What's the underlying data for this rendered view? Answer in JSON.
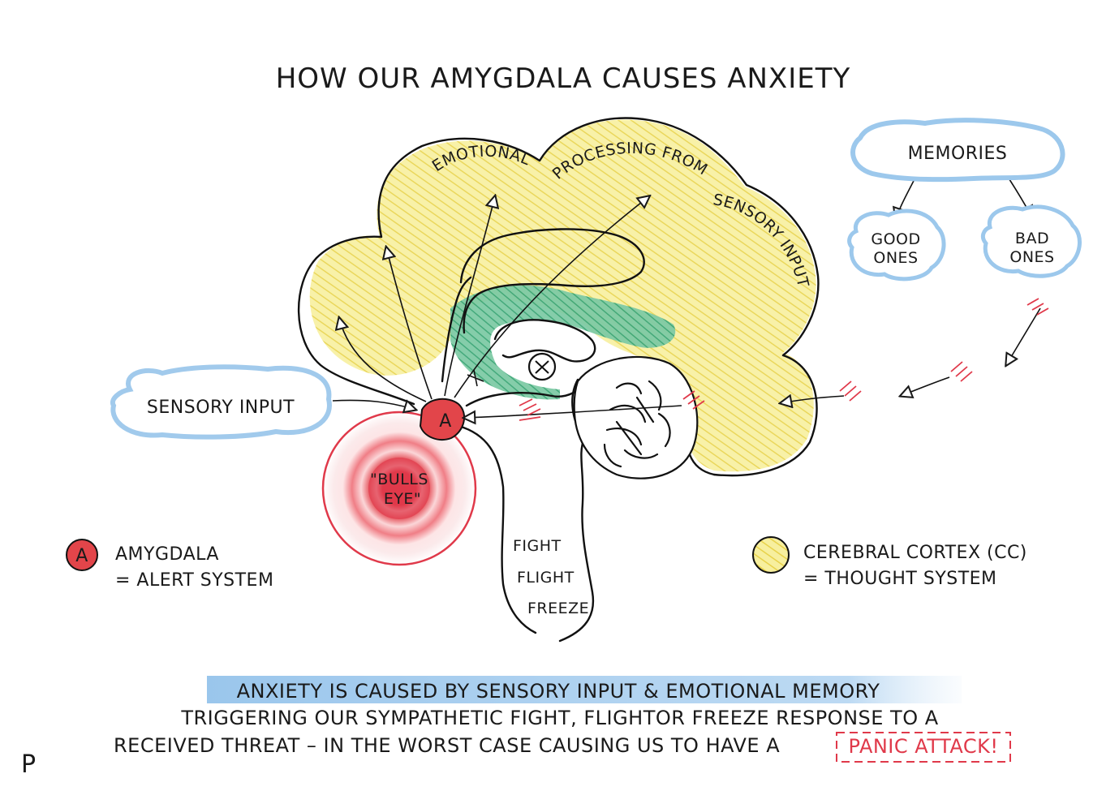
{
  "title": "HOW OUR AMYGDALA CAUSES ANXIETY",
  "brain_labels": {
    "arc_1": "EMOTIONAL",
    "arc_2": "PROCESSING FROM",
    "arc_3": "SENSORY INPUT",
    "amygdala_marker": "A",
    "bullseye_line1": "\"BULLS",
    "bullseye_line2": "EYE\"",
    "response_1": "FIGHT",
    "response_2": "FLIGHT",
    "response_3": "FREEZE"
  },
  "clouds": {
    "sensory_input": "SENSORY INPUT",
    "memories": "MEMORIES",
    "good_line1": "GOOD",
    "good_line2": "ONES",
    "bad_line1": "BAD",
    "bad_line2": "ONES"
  },
  "legend": {
    "amygdala_marker": "A",
    "amygdala_line1": "AMYGDALA",
    "amygdala_line2": "= ALERT SYSTEM",
    "cortex_line1": "CEREBRAL CORTEX (CC)",
    "cortex_line2": "= THOUGHT SYSTEM"
  },
  "caption": {
    "line1": "ANXIETY IS CAUSED BY SENSORY INPUT & EMOTIONAL MEMORY",
    "line2": "TRIGGERING OUR SYMPATHETIC FIGHT, FLIGHTOR FREEZE RESPONSE TO A",
    "line3": "RECEIVED THREAT – IN THE WORST CASE CAUSING US TO HAVE A",
    "highlight": "PANIC ATTACK!"
  },
  "signature": "P",
  "colors": {
    "cortex_yellow": "#f1e06a",
    "limbic_green": "#4fb58a",
    "amygdala_red": "#e2454a",
    "cloud_blue": "#9cc8ec",
    "caption_highlight": "#8fc0ea",
    "panic_red": "#e0394a"
  },
  "icons": [
    "arrow-icon",
    "fletching-icon",
    "bullseye-icon"
  ]
}
